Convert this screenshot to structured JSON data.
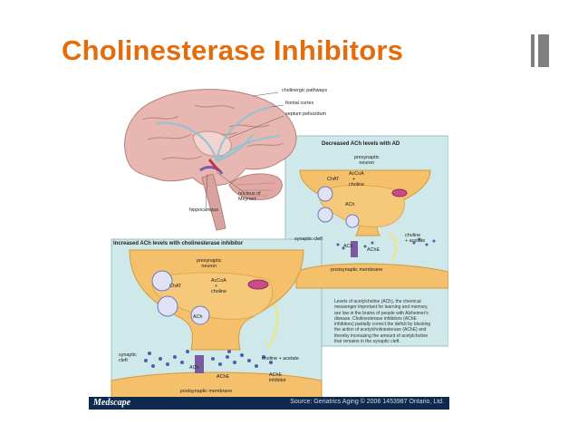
{
  "slide": {
    "title": "Cholinesterase Inhibitors",
    "accent_color": "#e46c0a",
    "bar_color": "#7f7f7f"
  },
  "brain": {
    "labels": {
      "cholinergic_pathways": "cholinergic pathways",
      "frontal_cortex": "frontal cortex",
      "septum_pellucidum": "septum pellucidum",
      "nucleus_of_meynert": "nucleus of\nMeynert",
      "hippocampus": "hippocampus"
    }
  },
  "panel_ad": {
    "heading": "Decreased ACh levels with AD",
    "presynaptic": "presynaptic\nneuron",
    "chat": "ChAT",
    "accoa": "AcCoA",
    "plus": "+",
    "choline": "choline",
    "ach": "ACh",
    "synaptic_cleft": "synaptic cleft",
    "ach2": "ACh",
    "ache": "AChE",
    "choline_acetate": "choline\n+ acetate",
    "postsynaptic": "postsynaptic membrane"
  },
  "panel_inhibitor": {
    "heading": "Increased ACh levels with cholinesterase inhibitor",
    "presynaptic": "presynaptic\nneuron",
    "chat": "ChAT",
    "accoa": "AcCoA",
    "plus": "+",
    "choline": "choline",
    "ach": "ACh",
    "synaptic_cleft": "synaptic\ncleft",
    "ach2": "ACh",
    "choline_acetate": "choline + acetate",
    "ache": "AChE",
    "ache_inhibitor": "AChE\ninhibitor",
    "postsynaptic": "postsynaptic membrane"
  },
  "description": "Levels of acetylcholine (ACh), the chemical messenger important for learning and memory, are low in the brains of people with Alzheimer's disease. Cholinesterase inhibitors (AChE inhibitors) partially correct the deficit by blocking the action of acetylcholinesterase (AChE) and thereby increasing the amount of acetylcholine that remains in the synaptic cleft.",
  "footer": {
    "brand": "Medscape",
    "source": "Source: Geriatrics Aging © 2006 1453987 Ontario, Ltd."
  }
}
